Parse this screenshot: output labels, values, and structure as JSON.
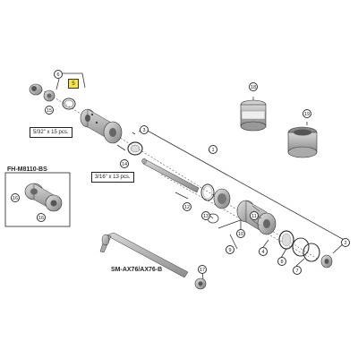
{
  "labels": {
    "hub_model": "FH-M8110-BS",
    "axle_model": "SM-AX76/AX76-B",
    "qty_large": "5/32\" x 15 pcs.",
    "qty_small": "3/16\" x 13 pcs."
  },
  "callouts": {
    "c1": "1",
    "c2": "2",
    "c3": "3",
    "c5": "5",
    "c6": "6",
    "c7": "7",
    "c8": "8",
    "c9": "9",
    "c10": "10",
    "c11": "11",
    "c12": "12",
    "c13": "13",
    "c14": "14",
    "c15": "15",
    "c16": "16",
    "c17": "17",
    "c18": "18",
    "c19": "19"
  },
  "colors": {
    "part_gray": "#b9b9b9",
    "part_dark": "#8a8a8a",
    "line": "#333333",
    "highlight": "#f6e53a"
  }
}
